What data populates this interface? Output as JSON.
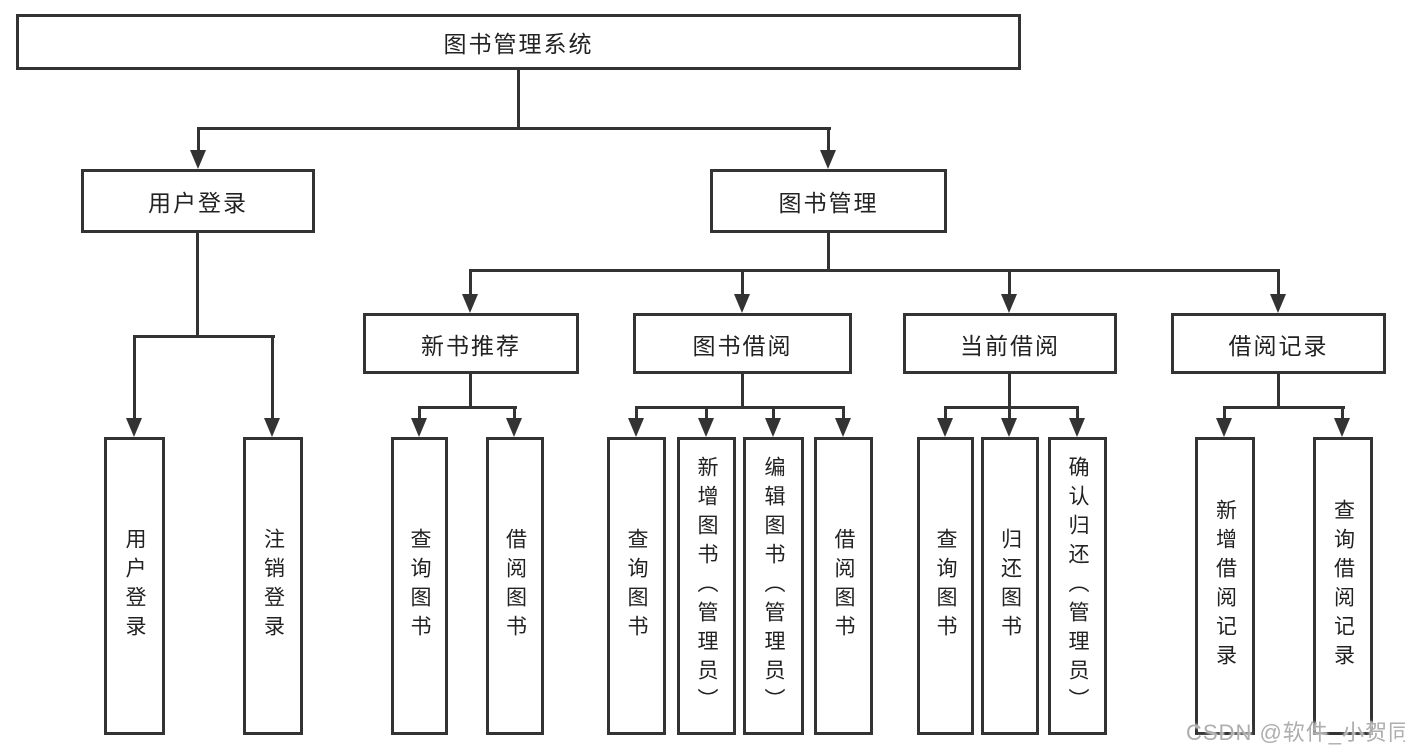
{
  "nodes": {
    "root": "图书管理系统",
    "user_login": "用户登录",
    "book_mgmt": "图书管理",
    "new_book_rec": "新书推荐",
    "book_borrow": "图书借阅",
    "current_borrow": "当前借阅",
    "borrow_record": "借阅记录"
  },
  "leaves": {
    "user_login_1": "用户登录",
    "user_login_2": "注销登录",
    "new_book_1": "查询图书",
    "new_book_2": "借阅图书",
    "book_borrow_1": "查询图书",
    "book_borrow_2": "新增图书（管理员）",
    "book_borrow_3": "编辑图书（管理员）",
    "book_borrow_4": "借阅图书",
    "current_borrow_1": "查询图书",
    "current_borrow_2": "归还图书",
    "current_borrow_3": "确认归还（管理员）",
    "borrow_record_1": "新增借阅记录",
    "borrow_record_2": "查询借阅记录"
  },
  "watermark": "CSDN @软件_小贺同学",
  "colors": {
    "line": "#333333",
    "text": "#222222",
    "background": "#ffffff",
    "watermark": "#aeaeae"
  }
}
